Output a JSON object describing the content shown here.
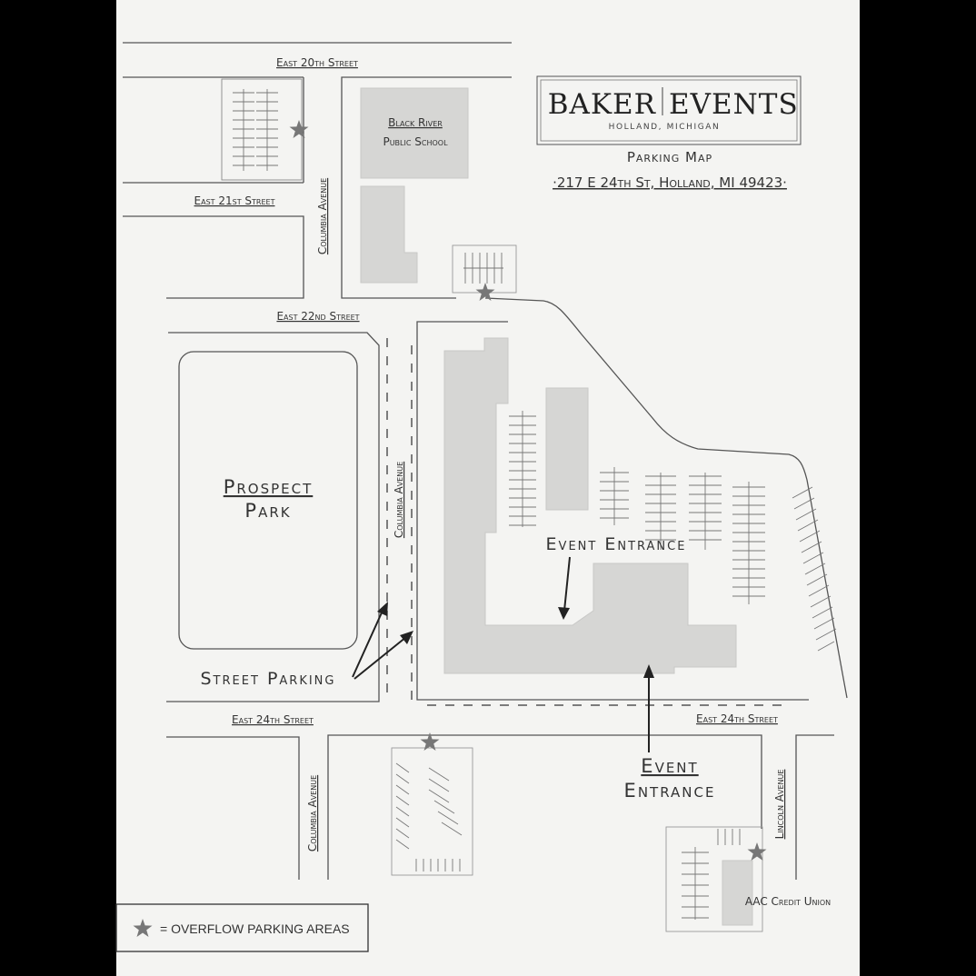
{
  "brand": {
    "name_left": "BAKER",
    "name_right": "EVENTS",
    "location": "HOLLAND, MICHIGAN",
    "subtitle": "Parking Map",
    "address": "·217 E 24th St, Holland, MI 49423·"
  },
  "streets": {
    "east_20th": "East 20th Street",
    "east_21st": "East 21st Street",
    "east_22nd": "East 22nd Street",
    "east_24th_left": "East 24th Street",
    "east_24th_right": "East 24th Street",
    "columbia_top": "Columbia Avenue",
    "columbia_mid": "Columbia Avenue",
    "columbia_bottom": "Columbia Avenue",
    "lincoln": "Lincoln Avenue"
  },
  "places": {
    "school_line1": "Black River",
    "school_line2": "Public School",
    "park_line1": "Prospect",
    "park_line2": "Park",
    "credit_union": "AAC Credit Union"
  },
  "labels": {
    "event_entrance_top": "Event Entrance",
    "event_entrance_bottom_line1": "Event",
    "event_entrance_bottom_line2": "Entrance",
    "street_parking": "Street Parking"
  },
  "legend": {
    "text": "= OVERFLOW PARKING AREAS",
    "icon": "star-icon"
  },
  "colors": {
    "building": "#d6d6d4",
    "line": "#555555",
    "star": "#777777"
  }
}
